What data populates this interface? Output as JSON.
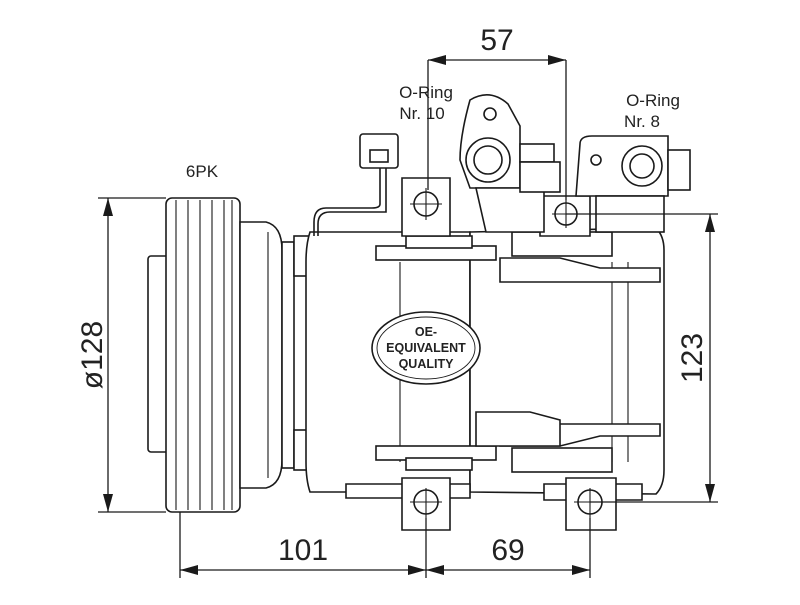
{
  "labels": {
    "pulley": "6PK",
    "oring_left": [
      "O-Ring",
      "Nr. 10"
    ],
    "oring_right": [
      "O-Ring",
      "Nr. 8"
    ],
    "stamp": [
      "OE-",
      "EQUIVALENT",
      "QUALITY"
    ]
  },
  "dimensions": {
    "top_port_spacing": "57",
    "pulley_diameter": "ø128",
    "height_right": "123",
    "bottom_left": "101",
    "bottom_right": "69"
  }
}
